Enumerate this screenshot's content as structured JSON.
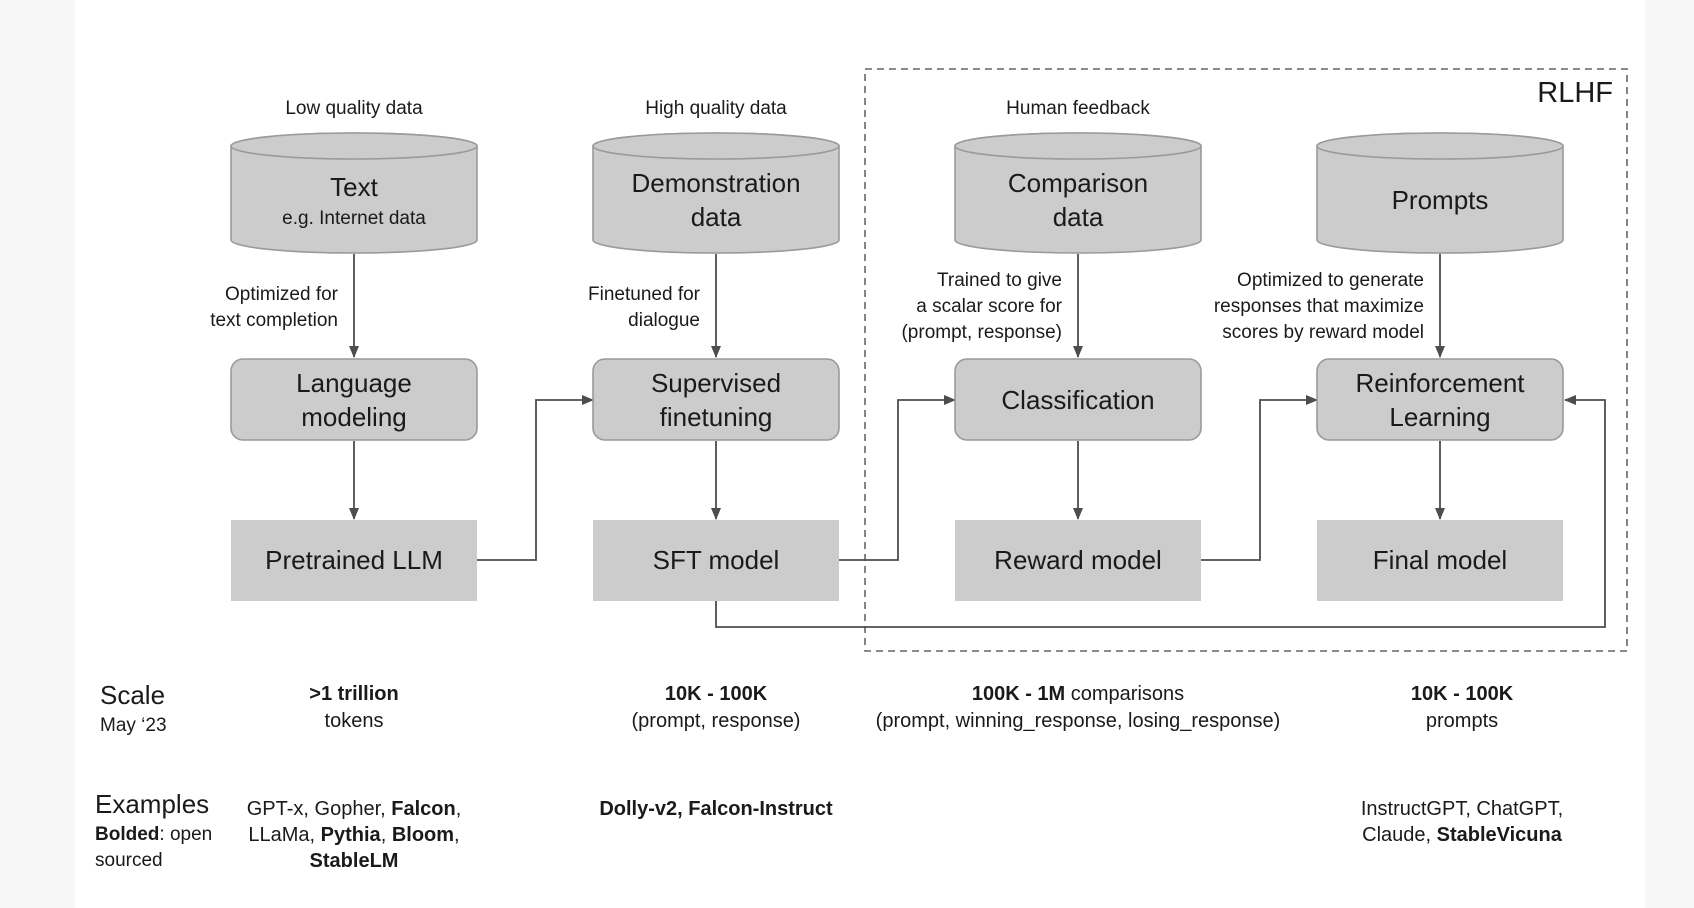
{
  "rlhf_label": "RLHF",
  "columns": [
    {
      "source_label": "Low quality data",
      "db_title": "Text",
      "db_subtitle": "e.g. Internet data",
      "edge_label": [
        "Optimized for",
        "text completion"
      ],
      "process": [
        "Language",
        "modeling"
      ],
      "output": "Pretrained LLM",
      "scale_bold": ">1 trillion",
      "scale_rest": "",
      "scale_line2": "tokens",
      "examples": [
        [
          {
            "t": "GPT-x, Gopher, ",
            "b": false
          },
          {
            "t": "Falcon",
            "b": true
          },
          {
            "t": ",",
            "b": false
          }
        ],
        [
          {
            "t": "LLaMa, ",
            "b": false
          },
          {
            "t": "Pythia",
            "b": true
          },
          {
            "t": ", ",
            "b": false
          },
          {
            "t": "Bloom",
            "b": true
          },
          {
            "t": ",",
            "b": false
          }
        ],
        [
          {
            "t": "StableLM",
            "b": true
          }
        ]
      ]
    },
    {
      "source_label": "High quality data",
      "db_title": [
        "Demonstration",
        "data"
      ],
      "edge_label": [
        "Finetuned for",
        "dialogue"
      ],
      "process": [
        "Supervised",
        "finetuning"
      ],
      "output": "SFT model",
      "scale_bold": "10K - 100K",
      "scale_rest": "",
      "scale_line2": "(prompt, response)",
      "examples": [
        [
          {
            "t": "Dolly-v2, Falcon-Instruct",
            "b": true
          }
        ]
      ]
    },
    {
      "source_label": "Human feedback",
      "db_title": [
        "Comparison",
        "data"
      ],
      "edge_label": [
        "Trained to give",
        "a scalar score for",
        "(prompt, response)"
      ],
      "process": [
        "Classification"
      ],
      "output": "Reward model",
      "scale_bold": "100K - 1M",
      "scale_rest": " comparisons",
      "scale_line2": "(prompt, winning_response, losing_response)",
      "examples": []
    },
    {
      "source_label": "",
      "db_title": [
        "Prompts"
      ],
      "edge_label": [
        "Optimized to generate",
        "responses that maximize",
        "scores by reward model"
      ],
      "process": [
        "Reinforcement",
        "Learning"
      ],
      "output": "Final model",
      "scale_bold": "10K - 100K",
      "scale_rest": "",
      "scale_line2": "prompts",
      "examples": [
        [
          {
            "t": "InstructGPT, ChatGPT,",
            "b": false
          }
        ],
        [
          {
            "t": "Claude, ",
            "b": false
          },
          {
            "t": "StableVicuna",
            "b": true
          }
        ]
      ]
    }
  ],
  "row_labels": {
    "scale_title": "Scale",
    "scale_date": "May ‘23",
    "examples_title": "Examples",
    "examples_note_bold": "Bolded",
    "examples_note_rest": ": open",
    "examples_note_line2": "sourced"
  },
  "colors": {
    "node_fill": "#cccccc",
    "node_stroke": "#9a9a9a",
    "edge": "#4d4d4d",
    "text": "#1a1a1a",
    "background": "#ffffff"
  }
}
